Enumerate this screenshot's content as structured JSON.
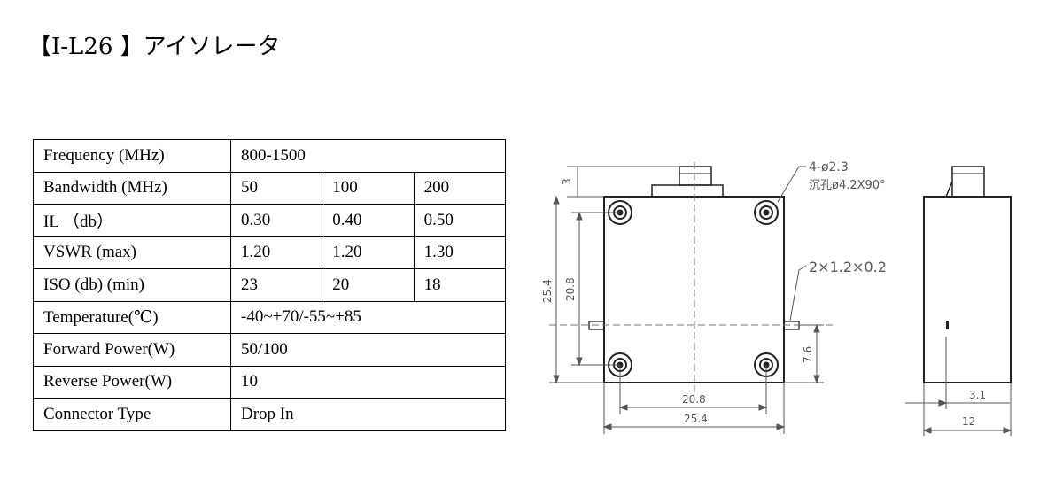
{
  "title": "【I-L26 】アイソレータ",
  "table": {
    "rows": [
      {
        "label": "Frequency (MHz)",
        "values": [
          "800-1500"
        ]
      },
      {
        "label": "Bandwidth (MHz)",
        "values": [
          "50",
          "100",
          "200"
        ]
      },
      {
        "label": "IL （db）",
        "values": [
          "0.30",
          "0.40",
          "0.50"
        ]
      },
      {
        "label": "VSWR (max)",
        "values": [
          "1.20",
          "1.20",
          "1.30"
        ]
      },
      {
        "label": "ISO (db) (min)",
        "values": [
          "23",
          "20",
          "18"
        ]
      },
      {
        "label": "Temperature(℃)",
        "values": [
          "-40~+70/-55~+85"
        ]
      },
      {
        "label": "Forward Power(W)",
        "values": [
          "50/100"
        ]
      },
      {
        "label": "Reverse Power(W)",
        "values": [
          "10"
        ]
      },
      {
        "label": "Connector Type",
        "values": [
          "Drop In"
        ]
      }
    ]
  },
  "drawing": {
    "hole_callout_1": "4-ø2.3",
    "hole_callout_2": "沉孔ø4.2X90°",
    "pin_callout": "2×1.2×0.2",
    "dim_top_tab": "3",
    "dim_height_outer": "25.4",
    "dim_height_inner": "20.8",
    "dim_pin_height": "7.6",
    "dim_width_inner": "20.8",
    "dim_width_outer": "25.4",
    "dim_side_offset": "3.1",
    "dim_side_width": "12"
  }
}
